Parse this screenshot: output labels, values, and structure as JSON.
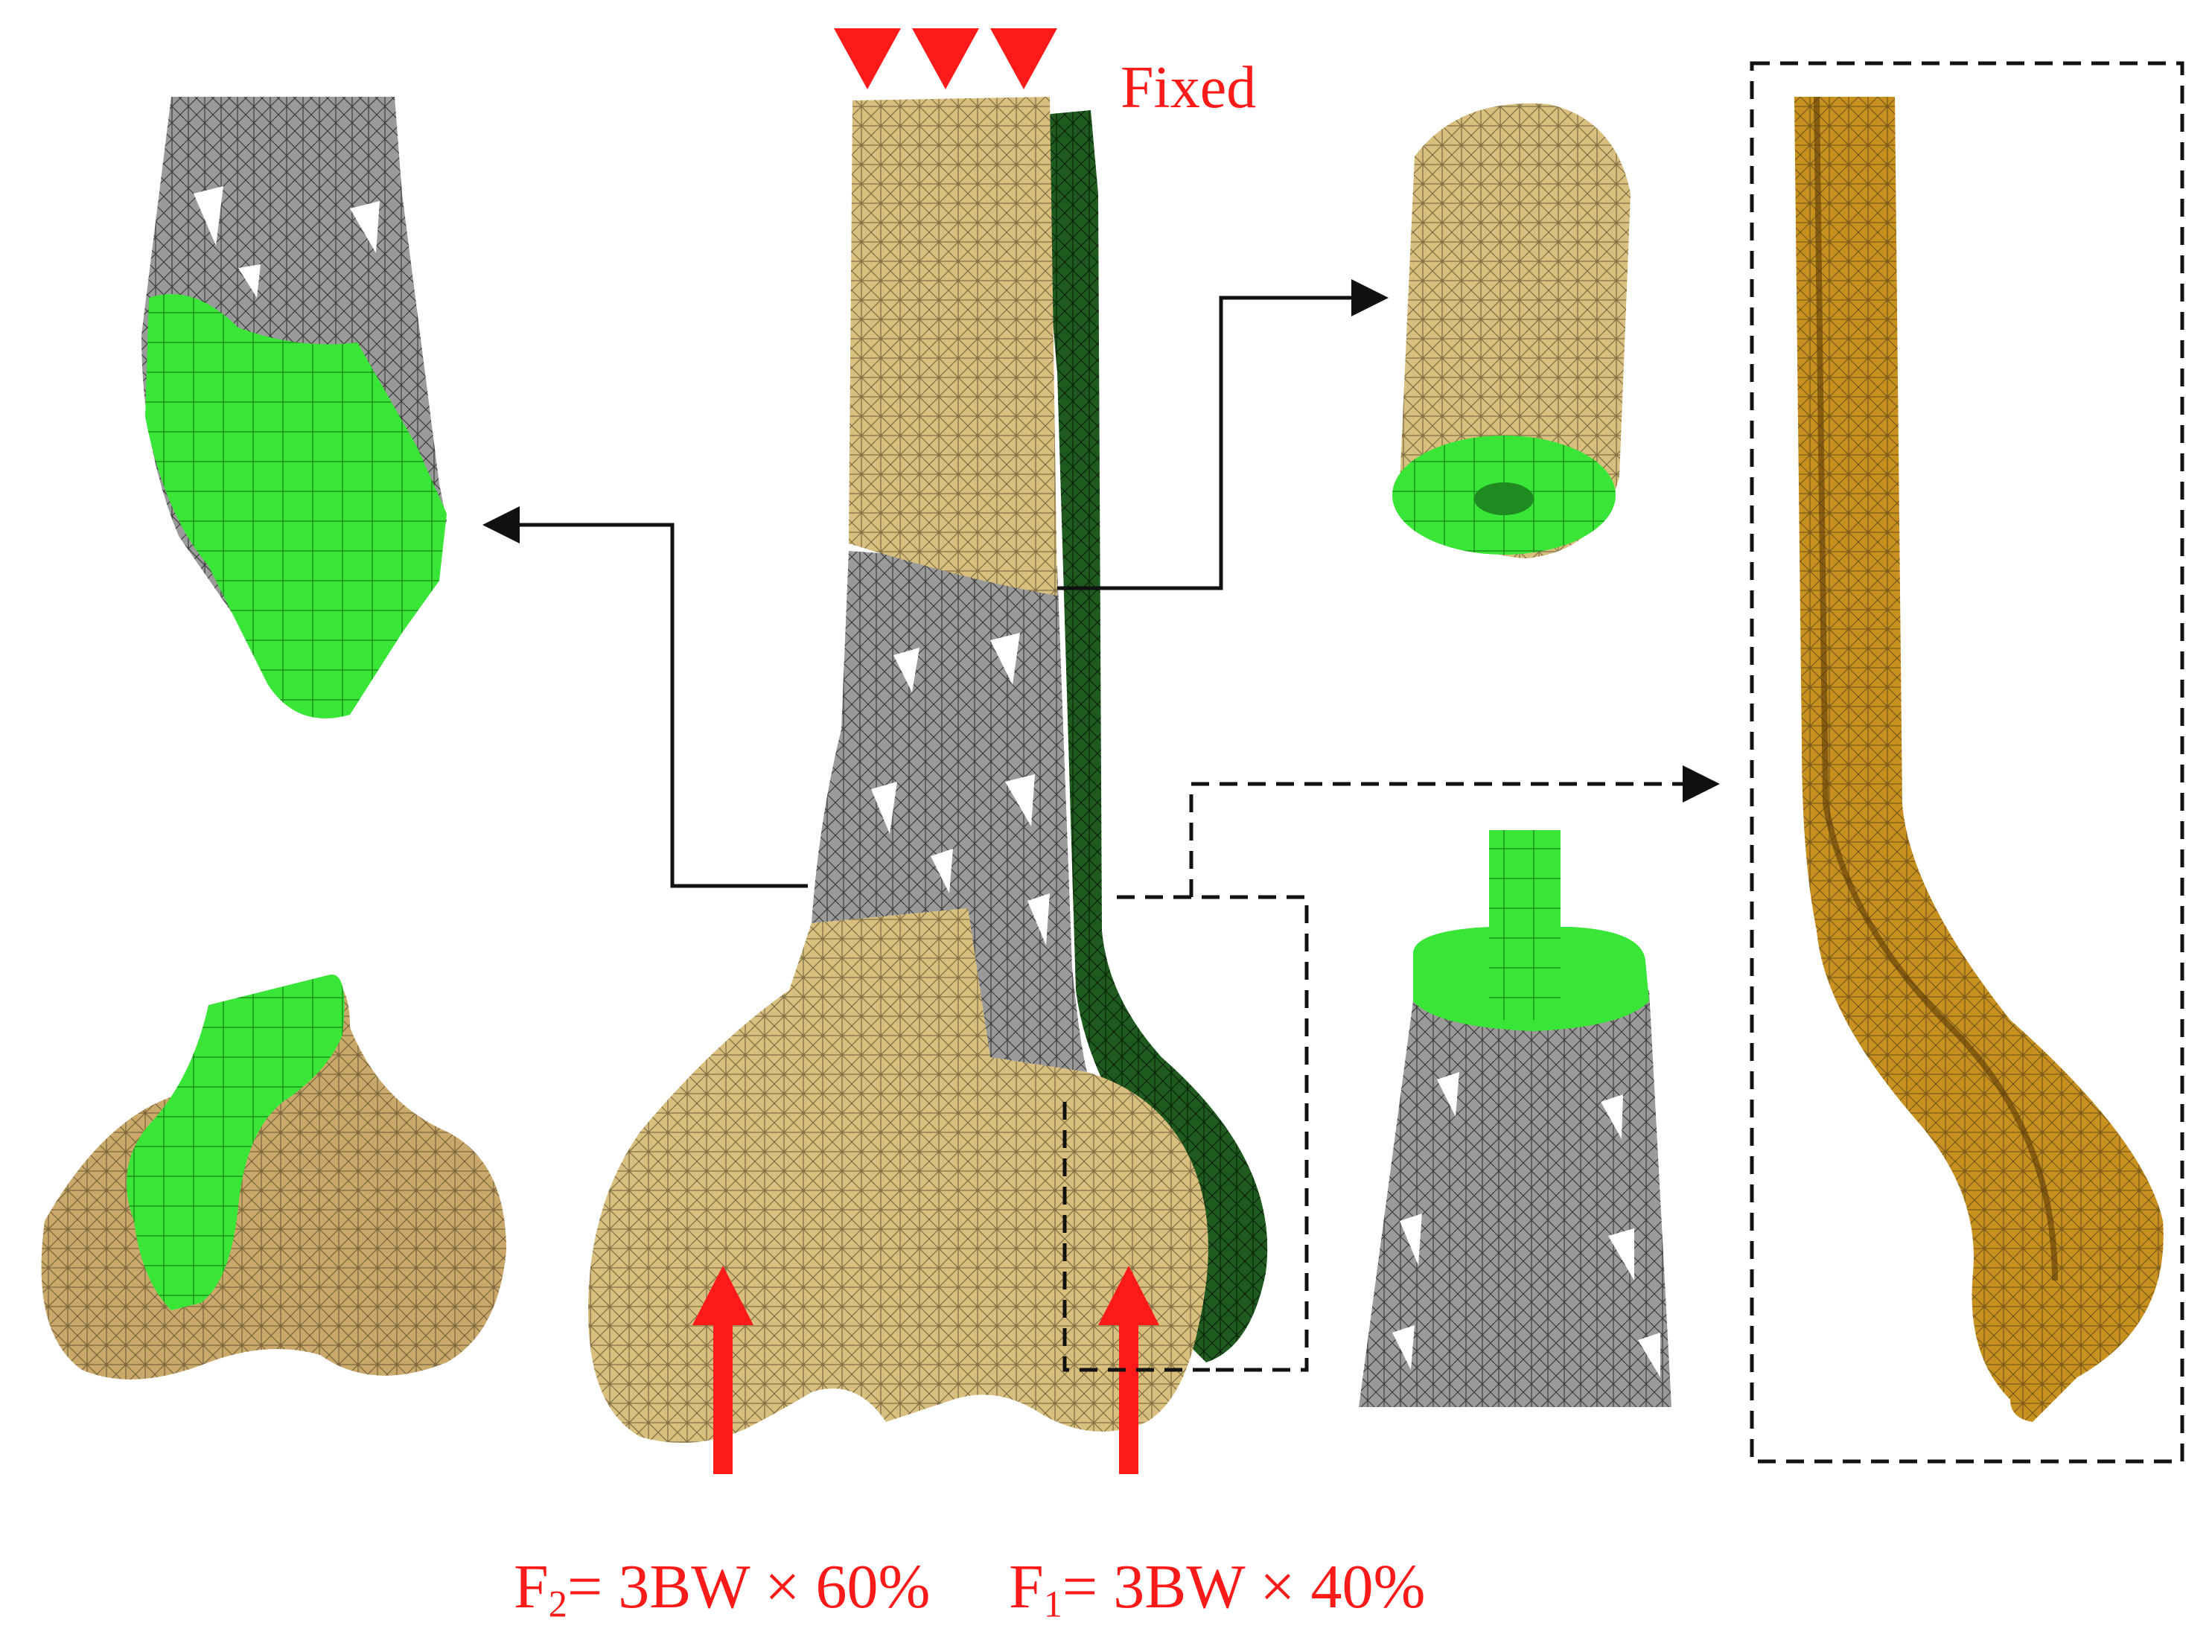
{
  "labels": {
    "fixed": "Fixed",
    "force_f2": {
      "symbol": "F",
      "subscript": "2",
      "expression": "= 3BW × 60%"
    },
    "force_f1": {
      "symbol": "F",
      "subscript": "1",
      "expression": "= 3BW × 40%"
    }
  },
  "colors": {
    "bone": "#d8bf7d",
    "bone_dark": "#b89a55",
    "lattice": "#9a9a9a",
    "contact_green": "#39e637",
    "plate_green": "#1f5a1f",
    "plate_detail": "#c8901e",
    "load_red": "#ff1a1a",
    "connector": "#111111"
  }
}
